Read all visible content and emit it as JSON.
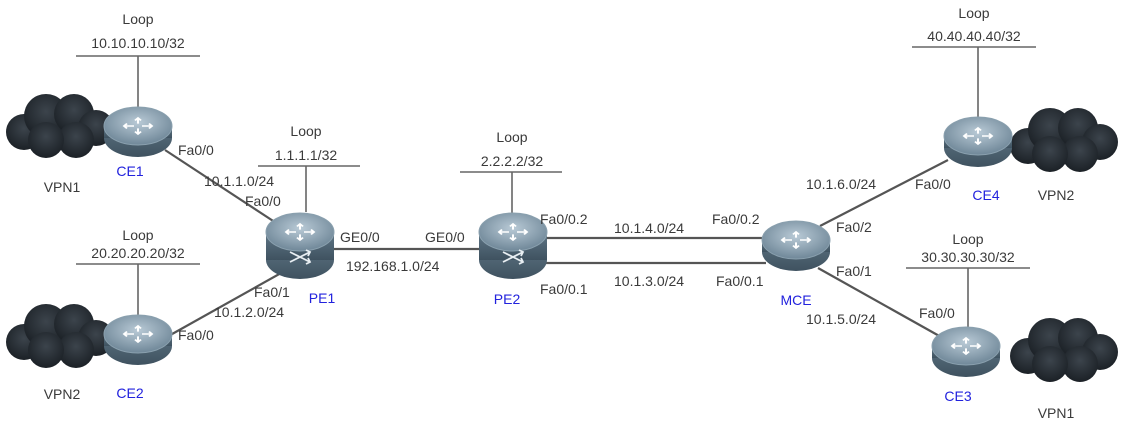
{
  "colors": {
    "line": "#555555",
    "text": "#3a3a3a",
    "device_name": "#2222dd",
    "cloud": "#2a3036",
    "router": "#6e8594"
  },
  "icons": {
    "router": "router-icon",
    "pe_router": "pe-router-icon",
    "cloud": "cloud-icon"
  },
  "devices": {
    "ce1": {
      "name": "CE1",
      "vpn": "VPN1",
      "loop_title": "Loop",
      "loop_addr": "10.10.10.10/32"
    },
    "ce2": {
      "name": "CE2",
      "vpn": "VPN2",
      "loop_title": "Loop",
      "loop_addr": "20.20.20.20/32"
    },
    "pe1": {
      "name": "PE1",
      "loop_title": "Loop",
      "loop_addr": "1.1.1.1/32"
    },
    "pe2": {
      "name": "PE2",
      "loop_title": "Loop",
      "loop_addr": "2.2.2.2/32"
    },
    "mce": {
      "name": "MCE"
    },
    "ce3": {
      "name": "CE3",
      "vpn": "VPN1",
      "loop_title": "Loop",
      "loop_addr": "30.30.30.30/32"
    },
    "ce4": {
      "name": "CE4",
      "vpn": "VPN2",
      "loop_title": "Loop",
      "loop_addr": "40.40.40.40/32"
    }
  },
  "links": {
    "ce1_pe1": {
      "subnet": "10.1.1.0/24",
      "ce_port": "Fa0/0",
      "pe_port": "Fa0/0"
    },
    "ce2_pe1": {
      "subnet": "10.1.2.0/24",
      "ce_port": "Fa0/0",
      "pe_port": "Fa0/1"
    },
    "pe1_pe2": {
      "subnet": "192.168.1.0/24",
      "pe1_port": "GE0/0",
      "pe2_port": "GE0/0"
    },
    "pe2_mce_a": {
      "subnet": "10.1.4.0/24",
      "pe2_port": "Fa0/0.2",
      "mce_port": "Fa0/0.2"
    },
    "pe2_mce_b": {
      "subnet": "10.1.3.0/24",
      "pe2_port": "Fa0/0.1",
      "mce_port": "Fa0/0.1"
    },
    "mce_ce4": {
      "subnet": "10.1.6.0/24",
      "mce_port": "Fa0/2",
      "ce_port": "Fa0/0"
    },
    "mce_ce3": {
      "subnet": "10.1.5.0/24",
      "mce_port": "Fa0/1",
      "ce_port": "Fa0/0"
    }
  }
}
